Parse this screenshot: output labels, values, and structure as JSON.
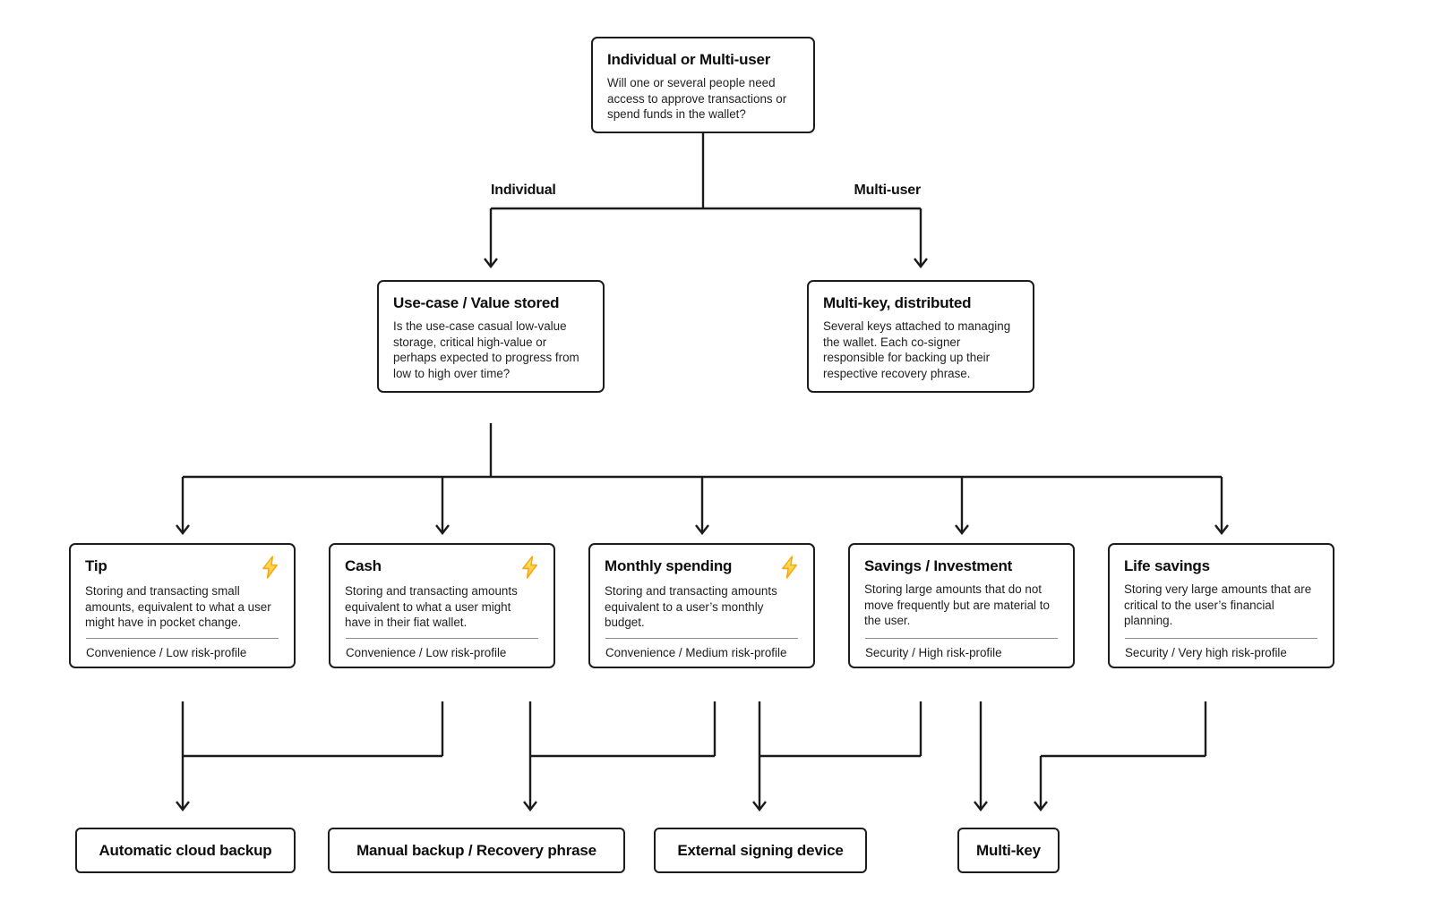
{
  "diagram": {
    "root": {
      "title": "Individual or Multi-user",
      "description": "Will one or several people need access to approve transactions or spend funds in the wallet?"
    },
    "branch_labels": {
      "left": "Individual",
      "right": "Multi-user"
    },
    "individual_node": {
      "title": "Use-case / Value stored",
      "description": "Is the use-case casual low-value storage, critical high-value or perhaps expected to progress from low to high over time?"
    },
    "multi_user_node": {
      "title": "Multi-key, distributed",
      "description": "Several keys attached to managing the wallet. Each co-signer responsible for backing up their respective recovery phrase."
    },
    "use_cases": [
      {
        "title": "Tip",
        "has_lightning_icon": true,
        "description": "Storing and transacting small amounts, equivalent to what a user might have in pocket change.",
        "profile": "Convenience / Low risk-profile"
      },
      {
        "title": "Cash",
        "has_lightning_icon": true,
        "description": "Storing and transacting amounts equivalent to what a user might have in their fiat wallet.",
        "profile": "Convenience / Low risk-profile"
      },
      {
        "title": "Monthly spending",
        "has_lightning_icon": true,
        "description": "Storing and transacting amounts equivalent to a user’s monthly budget.",
        "profile": "Convenience / Medium risk-profile"
      },
      {
        "title": "Savings / Investment",
        "has_lightning_icon": false,
        "description": "Storing large amounts that do not move frequently but are material to the user.",
        "profile": "Security / High risk-profile"
      },
      {
        "title": "Life savings",
        "has_lightning_icon": false,
        "description": "Storing very large amounts that are critical to the user’s financial planning.",
        "profile": "Security / Very high risk-profile"
      }
    ],
    "outcomes": [
      {
        "label": "Automatic cloud backup"
      },
      {
        "label": "Manual backup / Recovery phrase"
      },
      {
        "label": "External signing device"
      },
      {
        "label": "Multi-key"
      }
    ],
    "edges": [
      {
        "from": "Individual or Multi-user",
        "label": "Individual",
        "to": "Use-case / Value stored"
      },
      {
        "from": "Individual or Multi-user",
        "label": "Multi-user",
        "to": "Multi-key, distributed"
      },
      {
        "from": "Use-case / Value stored",
        "to": "Tip"
      },
      {
        "from": "Use-case / Value stored",
        "to": "Cash"
      },
      {
        "from": "Use-case / Value stored",
        "to": "Monthly spending"
      },
      {
        "from": "Use-case / Value stored",
        "to": "Savings / Investment"
      },
      {
        "from": "Use-case / Value stored",
        "to": "Life savings"
      },
      {
        "from": "Tip",
        "to": "Automatic cloud backup"
      },
      {
        "from": "Cash",
        "to": "Automatic cloud backup"
      },
      {
        "from": "Cash",
        "to": "Manual backup / Recovery phrase"
      },
      {
        "from": "Monthly spending",
        "to": "Manual backup / Recovery phrase"
      },
      {
        "from": "Monthly spending",
        "to": "External signing device"
      },
      {
        "from": "Savings / Investment",
        "to": "External signing device"
      },
      {
        "from": "Savings / Investment",
        "to": "Multi-key"
      },
      {
        "from": "Life savings",
        "to": "Multi-key"
      }
    ],
    "colors": {
      "background": "#FFFFFF",
      "line": "#1B1B1B",
      "box_border": "#1D1D1F",
      "text": "#141414",
      "divider": "#8F8F8F",
      "lightning_fill_top": "#FFE87A",
      "lightning_fill_bottom": "#FFC32B",
      "lightning_stroke": "#F7A70A"
    }
  }
}
